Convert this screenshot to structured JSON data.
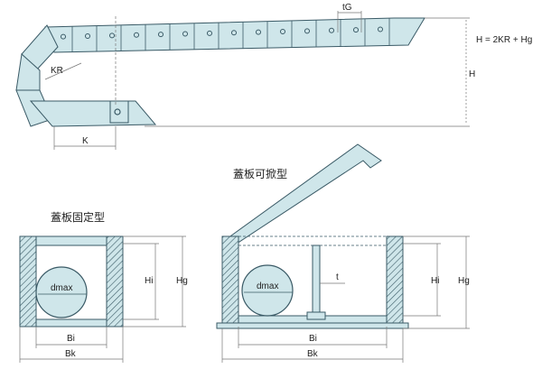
{
  "colors": {
    "fill": "#cfe6ea",
    "stroke": "#3a5a66",
    "dim": "#777777",
    "hatch": "#3a5a66"
  },
  "labels": {
    "tg": "tG",
    "formula": "H = 2KR + Hg",
    "h": "H",
    "kr": "KR",
    "k": "K",
    "cover_hinged": "蓋板可掀型",
    "cover_fixed": "蓋板固定型",
    "dmax_left": "dmax",
    "dmax_right": "dmax",
    "hi_left": "Hi",
    "hg_left": "Hg",
    "bi_left": "Bi",
    "bk_left": "Bk",
    "hi_right": "Hi",
    "hg_right": "Hg",
    "bi_right": "Bi",
    "bk_right": "Bk",
    "t": "t"
  }
}
